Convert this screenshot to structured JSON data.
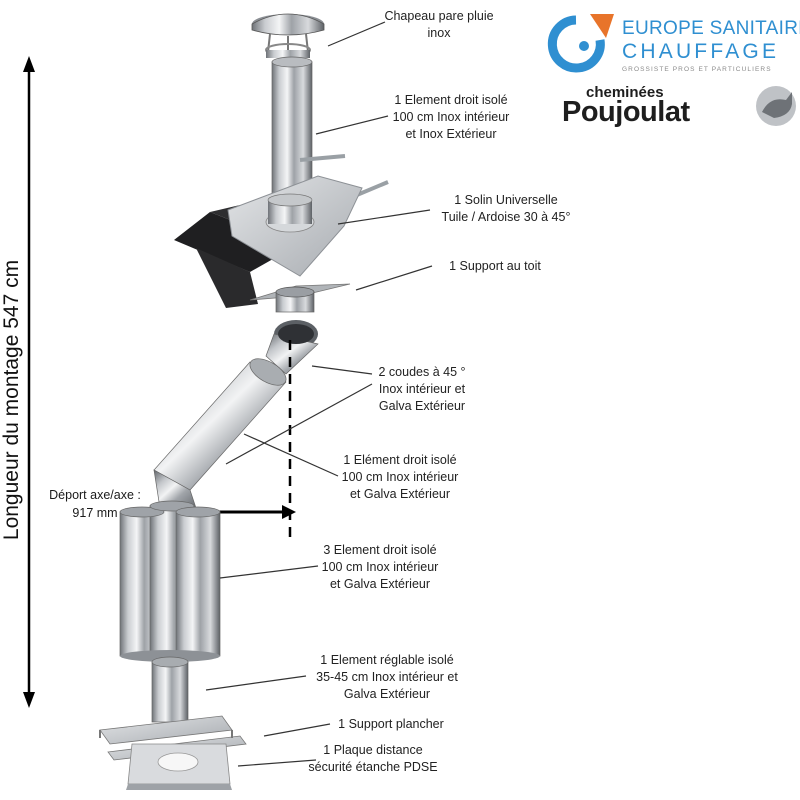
{
  "brand": {
    "europe_line1": "EUROPE SANITAIRE",
    "europe_line2": "CHAUFFAGE",
    "europe_tagline": "GROSSISTE PROS ET PARTICULIERS",
    "poujoulat_small": "cheminées",
    "poujoulat_big": "Poujoulat",
    "accent_blue": "#2f8fd1",
    "accent_orange": "#e8742a"
  },
  "dimensions": {
    "height_label": "Longueur du montage  547 cm",
    "offset_label": "Déport axe/axe :\n917 mm"
  },
  "components": [
    {
      "id": "chapeau",
      "label": "Chapeau pare pluie\ninox"
    },
    {
      "id": "element-top",
      "label": "1 Element droit isolé\n100 cm Inox intérieur\net Inox Extérieur"
    },
    {
      "id": "solin",
      "label": "1 Solin Universelle\nTuile / Ardoise 30 à 45°"
    },
    {
      "id": "support-toit",
      "label": "1 Support au toit"
    },
    {
      "id": "coudes",
      "label": "2 coudes à 45 °\nInox intérieur et\nGalva Extérieur"
    },
    {
      "id": "element-diag",
      "label": "1 Elément droit isolé\n100 cm Inox intérieur\net Galva Extérieur"
    },
    {
      "id": "elements-3",
      "label": "3 Element droit isolé\n100 cm Inox intérieur\net Galva Extérieur"
    },
    {
      "id": "reglable",
      "label": "1 Element réglable isolé\n35-45 cm Inox intérieur et\nGalva Extérieur"
    },
    {
      "id": "support-plancher",
      "label": "1 Support plancher"
    },
    {
      "id": "plaque",
      "label": "1 Plaque distance\nsécurité étanche PDSE"
    }
  ]
}
